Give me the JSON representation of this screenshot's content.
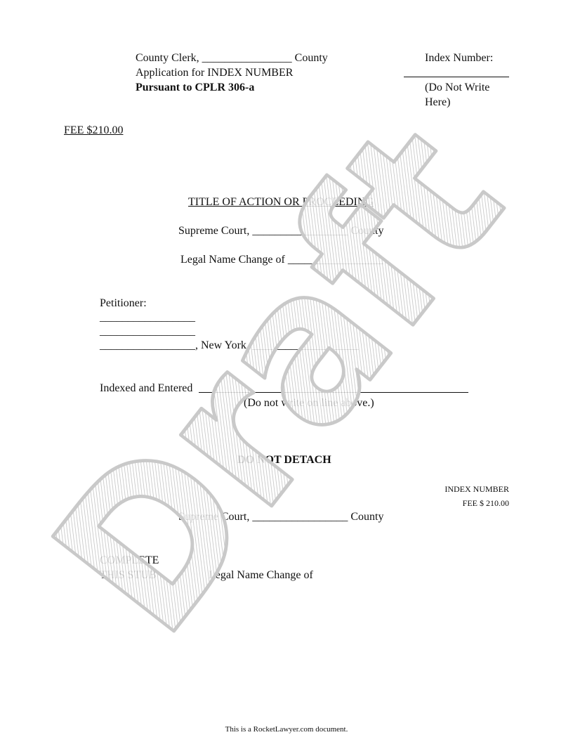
{
  "header": {
    "county_clerk_line": "County Clerk, ________________ County",
    "application_line": "Application for INDEX NUMBER",
    "pursuant_line": "Pursuant to CPLR 306-a",
    "index_number_label": "Index Number:",
    "do_not_write_line1": "(Do Not Write",
    "do_not_write_line2": "Here)"
  },
  "fee": "FEE $210.00",
  "title": {
    "heading": "TITLE OF ACTION OR PROCEEDING",
    "supreme_court_line": "Supreme Court, _________________ County",
    "legal_name_line": "Legal Name Change of _________________"
  },
  "petitioner": {
    "label": "Petitioner:",
    "line1": "_________________",
    "line2": "_________________",
    "line3": "_________________, New York, ___________________"
  },
  "indexed": {
    "label": "Indexed and Entered",
    "note": "(Do not write on line above.)"
  },
  "stub": {
    "do_not_detach": "DO NOT DETACH",
    "index_number": "INDEX NUMBER",
    "fee": "FEE $ 210.00",
    "supreme_court_line": "Supreme Court, _________________ County",
    "complete_line1": "COMPLETE",
    "complete_line2": "THIS STUB",
    "legal_name_change": "Legal Name Change of"
  },
  "watermark_text": "Draft",
  "footer": "This is a RocketLawyer.com document."
}
